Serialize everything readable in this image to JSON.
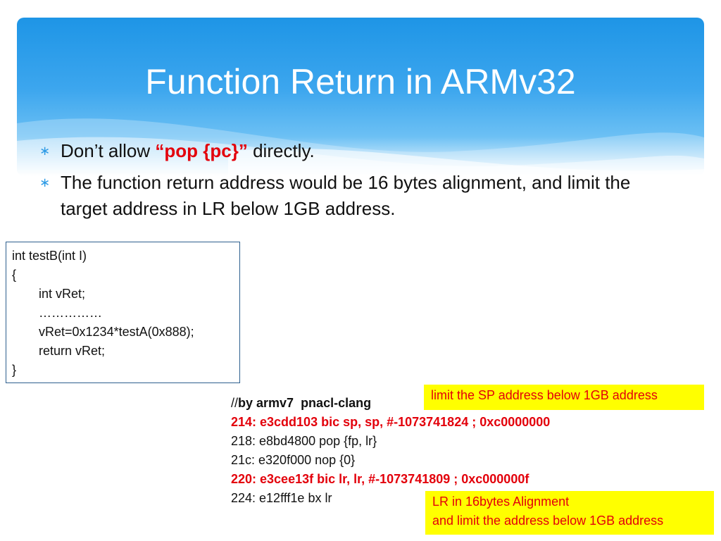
{
  "slide": {
    "title": "Function Return in ARMv32",
    "bullets": [
      {
        "pre": "Don’t allow ",
        "emph": "“pop {pc}”",
        "post": " directly."
      },
      {
        "text": "The function return address would be 16 bytes alignment, and limit the target address in LR below 1GB address."
      }
    ],
    "bullet_mark": "∗",
    "code_box": {
      "lines": [
        "int testB(int I)",
        "{",
        "int vRet;",
        "……………",
        "vRet=0x1234*testA(0x888);",
        "return vRet;",
        "}"
      ]
    },
    "asm": {
      "header_slash": "//",
      "header": "by armv7  pnacl-clang",
      "lines": [
        "214: e3cdd103 bic sp, sp, #-1073741824 ; 0xc0000000",
        "218: e8bd4800 pop {fp, lr}",
        "21c: e320f000 nop {0}",
        "220: e3cee13f bic lr, lr, #-1073741809 ; 0xc000000f",
        "224: e12fff1e bx lr"
      ]
    },
    "notes": {
      "sp": "limit the SP address below 1GB address",
      "lr_line1": "LR in 16bytes Alignment",
      "lr_line2": "and limit the address  below 1GB address"
    },
    "colors": {
      "banner_top": "#1e95e6",
      "accent_red": "#e3000b",
      "note_bg": "#ffff00",
      "code_border": "#2d5f8e"
    }
  }
}
